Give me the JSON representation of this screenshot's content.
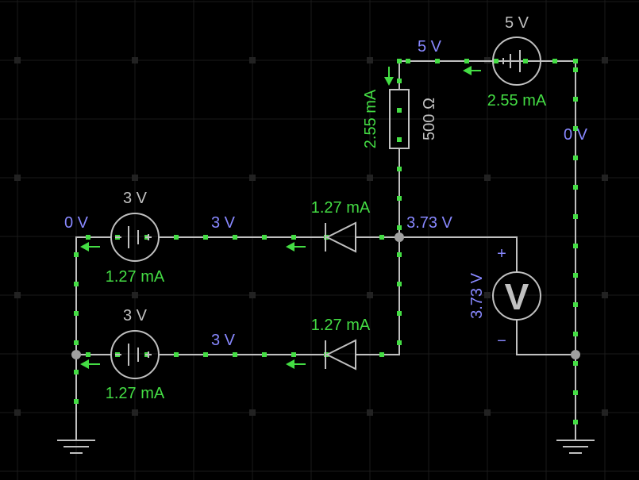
{
  "colors": {
    "background": "#000000",
    "grid_line": "#1a1a1a",
    "grid_dot": "#222222",
    "wire": "#c0c0c0",
    "current": "#44dd44",
    "voltage": "#8888ff",
    "component": "#c0c0c0",
    "node": "#a0a0a0"
  },
  "sources": {
    "top": {
      "value": "5 V",
      "current": "2.55 mA"
    },
    "left_upper": {
      "value": "3 V",
      "current": "1.27 mA"
    },
    "left_lower": {
      "value": "3 V",
      "current": "1.27 mA"
    }
  },
  "resistor": {
    "value": "500 Ω",
    "current": "2.55 mA"
  },
  "diodes": {
    "upper": {
      "current": "1.27 mA"
    },
    "lower": {
      "current": "1.27 mA"
    }
  },
  "node_voltages": {
    "top_wire": "5 V",
    "right_rail": "0 V",
    "diode_node": "3.73 V",
    "left_rail": "0 V",
    "upper_branch": "3 V",
    "lower_branch": "3 V"
  },
  "voltmeter": {
    "reading": "3.73 V",
    "symbol": "V",
    "plus": "+",
    "minus": "−"
  }
}
